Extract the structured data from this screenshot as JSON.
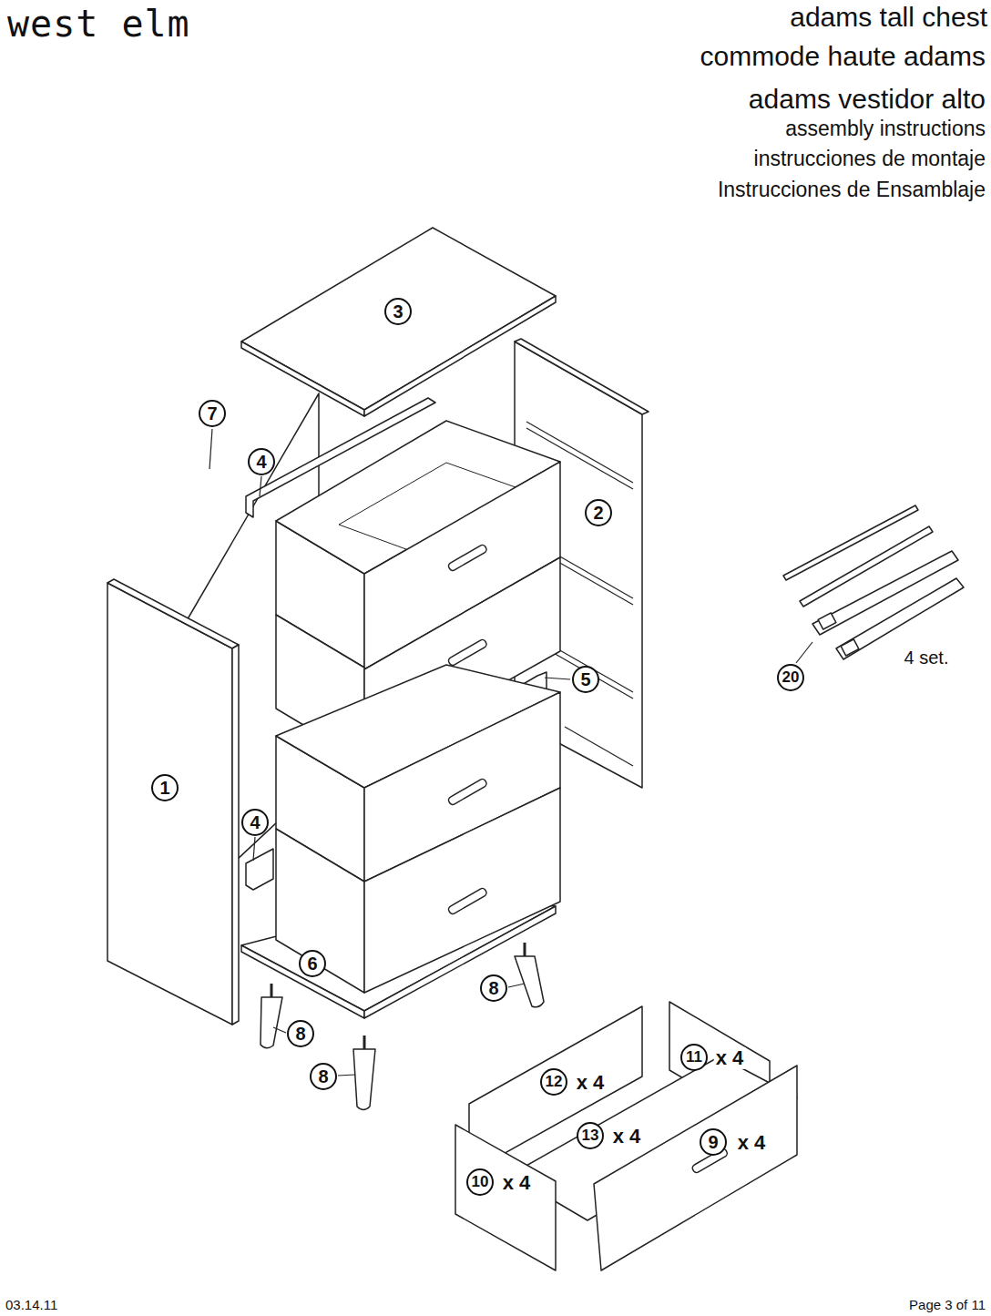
{
  "diagram": {
    "title": "adams tall chest",
    "labels": [
      "west elm",
      "commode haute adams",
      "adams vestidor alto",
      "assembly instructions",
      "instrucciones de montaje",
      "Instrucciones de Ensamblaje",
      "3",
      "7",
      "4",
      "2",
      "5",
      "1",
      "4",
      "6",
      "8",
      "8",
      "8",
      "20",
      "4 set.",
      "11",
      "x 4",
      "12",
      "x 4",
      "13",
      "x 4",
      "9",
      "x 4",
      "10",
      "x 4",
      "03.14.11",
      "Page 3 of 11"
    ]
  }
}
